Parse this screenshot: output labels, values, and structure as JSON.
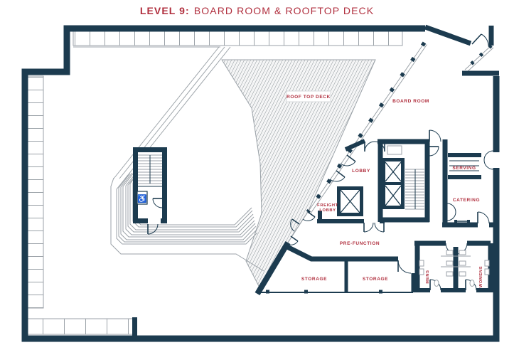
{
  "title": {
    "prefix": "LEVEL 9:",
    "rest": "BOARD ROOM & ROOFTOP DECK"
  },
  "colors": {
    "wall_navy": "#1c3b4f",
    "label_red": "#b02e3d",
    "detail_gray": "#9ba2a8",
    "hatch_gray": "#b4b9bc",
    "background": "#ffffff"
  },
  "rooms": {
    "roof_top_deck": {
      "label": "ROOF TOP DECK"
    },
    "board_room": {
      "label": "BOARD ROOM"
    },
    "lobby": {
      "label": "LOBBY"
    },
    "freight_lobby": {
      "line1": "FREIGHT",
      "line2": "LOBBY"
    },
    "serving": {
      "label": "SERVING"
    },
    "catering": {
      "label": "CATERING"
    },
    "pre_function": {
      "label": "PRE-FUNCTION"
    },
    "storage_west": {
      "label": "STORAGE"
    },
    "storage_east": {
      "label": "STORAGE"
    },
    "mens": {
      "label": "MENS"
    },
    "womens": {
      "label": "WOMENS"
    }
  },
  "icons": {
    "wheelchair": "♿"
  }
}
